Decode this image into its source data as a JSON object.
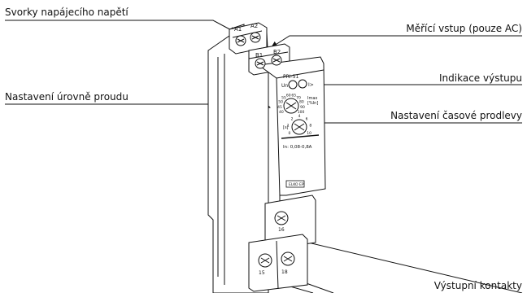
{
  "labels": {
    "supply_terminals": "Svorky napájecího napětí",
    "measuring_input": "Měřící vstup (pouze AC)",
    "current_level": "Nastavení úrovně proudu",
    "output_indication": "Indikace výstupu",
    "time_delay": "Nastavení časové prodlevy",
    "output_contacts": "Výstupní kontakty"
  },
  "device": {
    "terminal_a1": "A1",
    "terminal_a2": "A2",
    "terminal_b1": "B1",
    "terminal_b2": "B2",
    "model": "PRI-51",
    "led_un": "Un",
    "led_i": "I>",
    "imax_label": "Imax",
    "imax_unit": "[%In]",
    "time_unit": "[s]",
    "in_range": "In: 0,08-0,8A",
    "brand": "ELKO EP",
    "terminal_16": "16",
    "terminal_15": "15",
    "terminal_18": "18"
  },
  "current_scale": [
    "40",
    "45",
    "50",
    "55",
    "60",
    "65",
    "70",
    "80",
    "90",
    "100"
  ],
  "time_scale": [
    "0",
    "1",
    "2",
    "4",
    "6",
    "8",
    "10"
  ]
}
